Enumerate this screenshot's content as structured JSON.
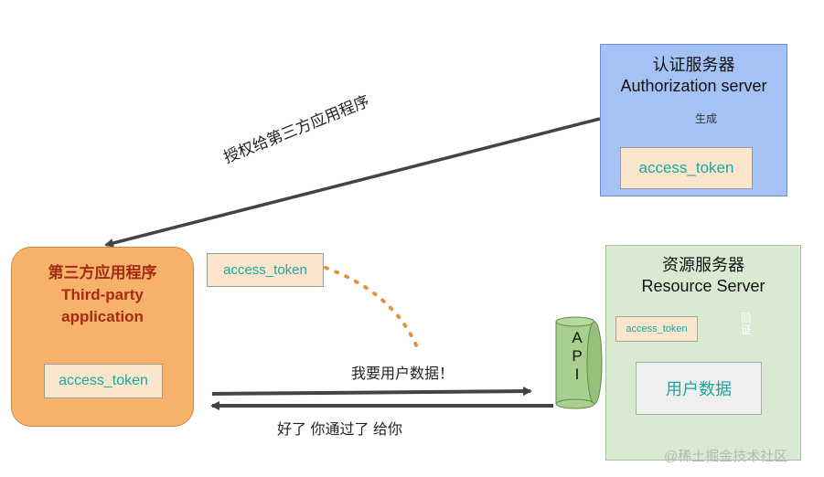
{
  "auth_server": {
    "title": "认证服务器",
    "subtitle": "Authorization server",
    "generate": "生成",
    "token": "access_token"
  },
  "resource_server": {
    "title": "资源服务器",
    "subtitle": "Resource Server",
    "token": "access_token",
    "verify": "验证",
    "user_data": "用户数据",
    "api_letters": [
      "A",
      "P",
      "I"
    ]
  },
  "third_party_app": {
    "title": "第三方应用程序",
    "subtitle_line1": "Third-party",
    "subtitle_line2": "application",
    "token": "access_token"
  },
  "floating_token": "access_token",
  "labels": {
    "grant": "授权给第三方应用程序",
    "request": "我要用户数据！",
    "response": "好了 你通过了 给你"
  },
  "watermark": "@稀土掘金技术社区",
  "colors": {
    "auth_bg": "#a4c2f4",
    "resource_bg": "#d9ead3",
    "app_bg": "#f6b26b",
    "token_bg": "#fce5cd",
    "token_text": "#1aa7a0",
    "api_bg": "#a9cf8f",
    "burst_verify": "#e0405a",
    "dots": "#e69138"
  }
}
